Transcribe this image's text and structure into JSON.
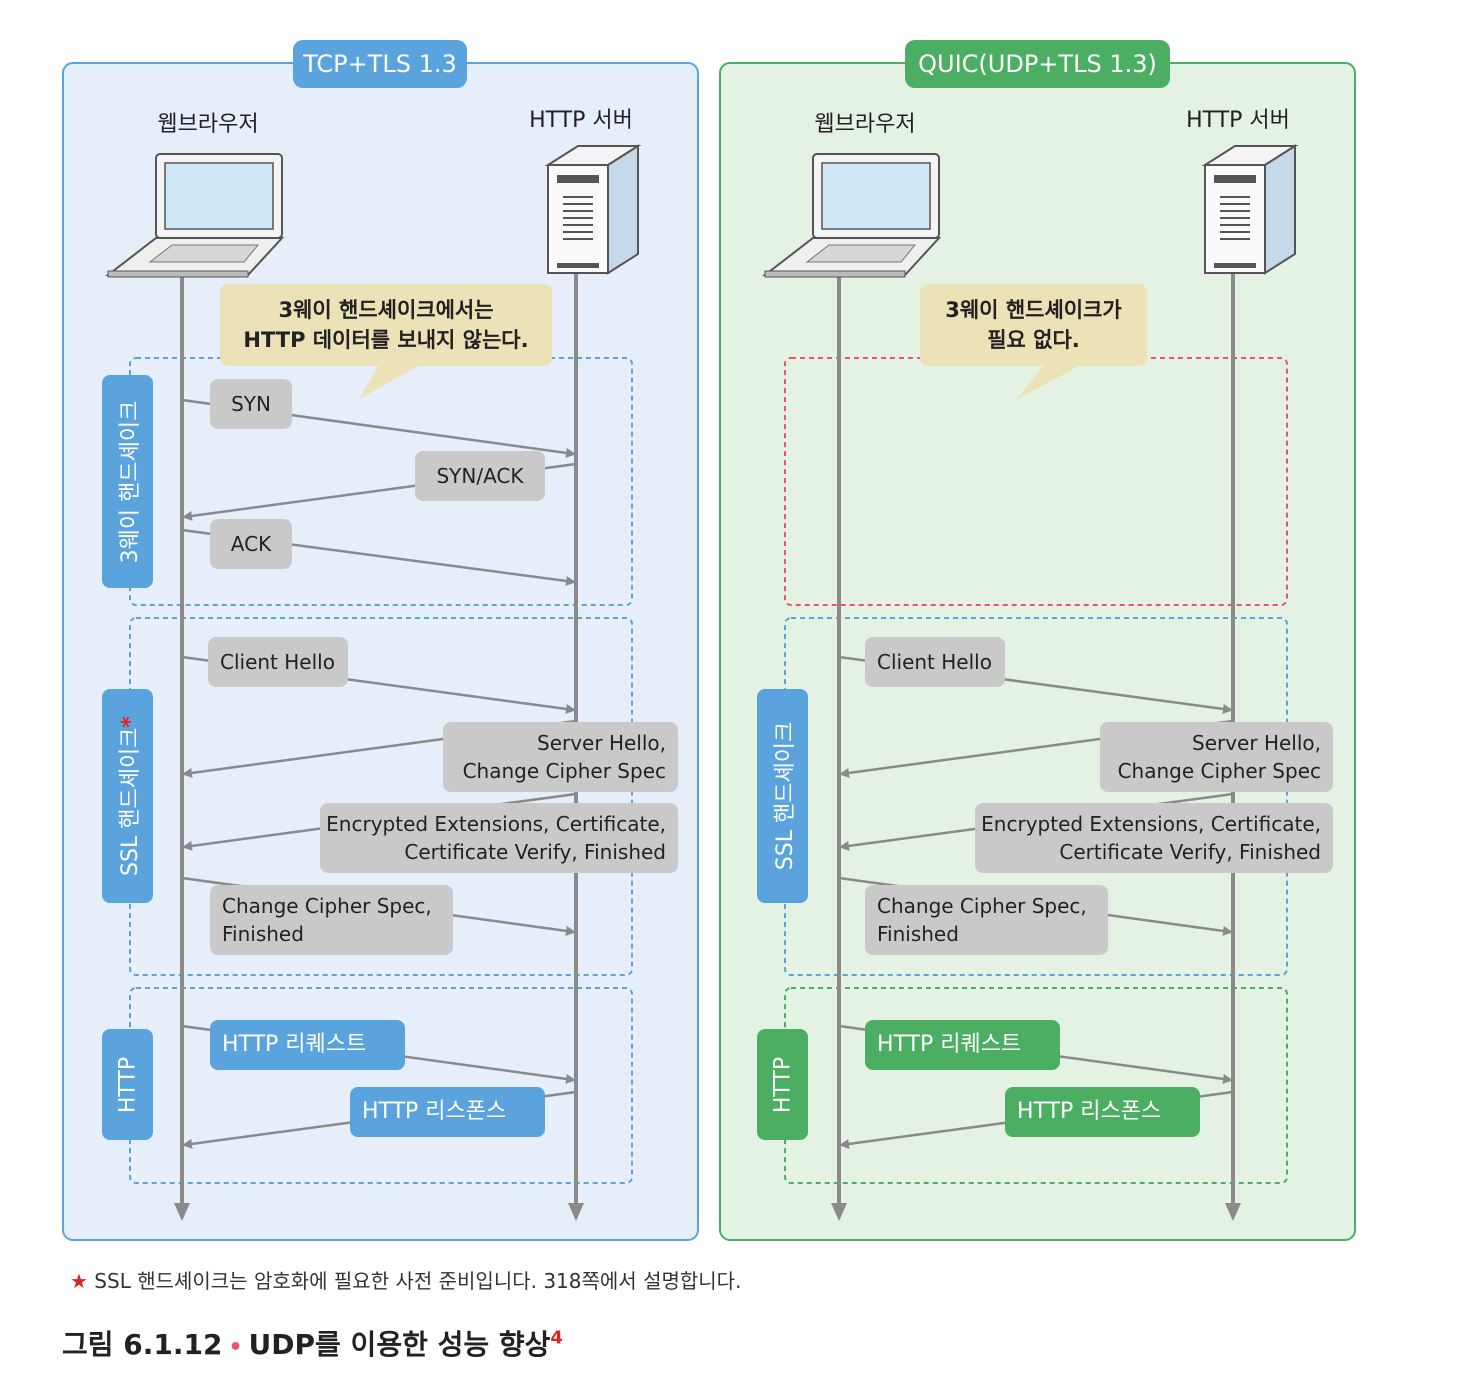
{
  "colors": {
    "tcp_panel_bg": "#e5eef9",
    "tcp_panel_border": "#5aa3dc",
    "quic_panel_bg": "#e3f2e2",
    "quic_panel_border": "#4cae62",
    "message_box": "#c9c9c9",
    "callout": "#ece2b7",
    "arrow": "#8a8a8a",
    "unneeded_handshake_border": "#e8556f",
    "star": "#e02424"
  },
  "tcp_panel": {
    "title": "TCP+TLS 1.3",
    "client_label": "웹브라우저",
    "server_label": "HTTP 서버",
    "callout": [
      "3웨이 핸드셰이크에서는",
      "HTTP 데이터를 보내지 않는다."
    ],
    "phases": {
      "handshake": "3웨이 핸드셰이크",
      "ssl": "SSL 핸드셰이크",
      "ssl_star": "*",
      "http": "HTTP"
    },
    "messages": {
      "syn": "SYN",
      "syn_ack": "SYN/ACK",
      "ack": "ACK",
      "client_hello": "Client Hello",
      "server_hello": [
        "Server Hello,",
        "Change Cipher Spec"
      ],
      "encrypted": [
        "Encrypted Extensions, Certificate,",
        "Certificate Verify, Finished"
      ],
      "change_cipher": [
        "Change Cipher Spec,",
        "Finished"
      ],
      "http_request": "HTTP 리퀘스트",
      "http_response": "HTTP 리스폰스"
    }
  },
  "quic_panel": {
    "title": "QUIC(UDP+TLS 1.3)",
    "client_label": "웹브라우저",
    "server_label": "HTTP 서버",
    "callout": [
      "3웨이 핸드셰이크가",
      "필요 없다."
    ],
    "phases": {
      "ssl": "SSL 핸드셰이크",
      "http": "HTTP"
    },
    "messages": {
      "client_hello": "Client Hello",
      "server_hello": [
        "Server Hello,",
        "Change Cipher Spec"
      ],
      "encrypted": [
        "Encrypted Extensions, Certificate,",
        "Certificate Verify, Finished"
      ],
      "change_cipher": [
        "Change Cipher Spec,",
        "Finished"
      ],
      "http_request": "HTTP 리퀘스트",
      "http_response": "HTTP 리스폰스"
    }
  },
  "footnote": {
    "star": "★",
    "text": "SSL 핸드셰이크는 암호화에 필요한 사전 준비입니다. 318쪽에서 설명합니다."
  },
  "caption": {
    "label": "그림 6.1.12",
    "bullet": "•",
    "title": "UDP를 이용한 성능 향상",
    "superscript": "4"
  }
}
